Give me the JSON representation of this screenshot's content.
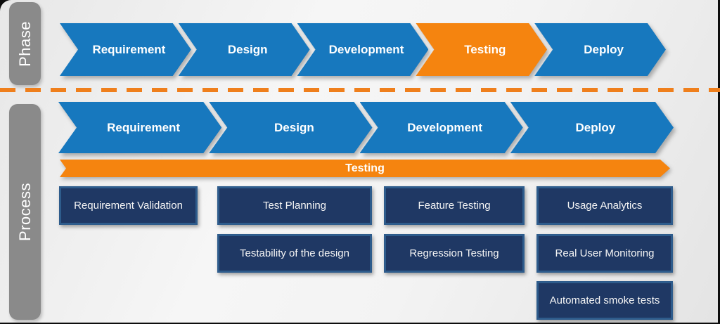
{
  "colors": {
    "step_blue": "#1778BE",
    "step_orange": "#F5840F",
    "activity_navy": "#1F3864",
    "activity_border": "#2E5C8C",
    "rail_gray": "#8A8A8A",
    "divider_orange": "#EF7F1C",
    "text_white": "#FFFFFF"
  },
  "phase": {
    "label": "Phase",
    "steps": [
      {
        "label": "Requirement",
        "state": "normal"
      },
      {
        "label": "Design",
        "state": "normal"
      },
      {
        "label": "Development",
        "state": "normal"
      },
      {
        "label": "Testing",
        "state": "highlighted"
      },
      {
        "label": "Deploy",
        "state": "normal"
      }
    ]
  },
  "process": {
    "label": "Process",
    "steps": [
      {
        "label": "Requirement"
      },
      {
        "label": "Design"
      },
      {
        "label": "Development"
      },
      {
        "label": "Deploy"
      }
    ],
    "testing_banner": {
      "label": "Testing"
    },
    "activities": {
      "requirement": [
        "Requirement Validation"
      ],
      "design": [
        "Test Planning",
        "Testability of the design"
      ],
      "development": [
        "Feature Testing",
        "Regression Testing"
      ],
      "deploy": [
        "Usage Analytics",
        "Real User Monitoring",
        "Automated smoke tests"
      ]
    }
  }
}
